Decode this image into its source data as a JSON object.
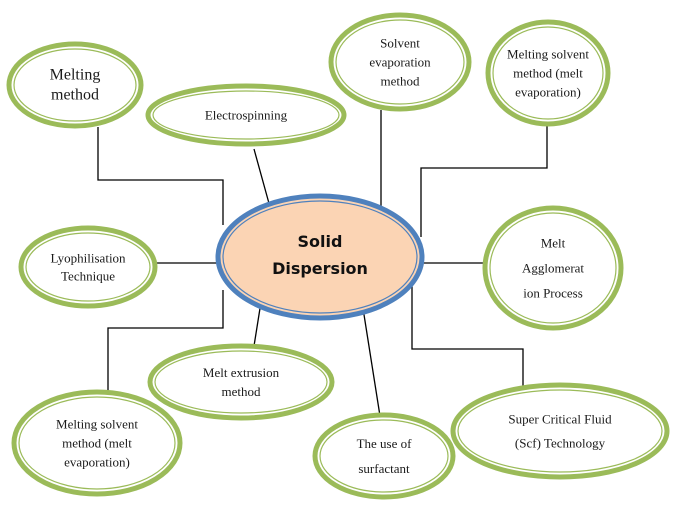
{
  "colors": {
    "node_border": "#9bbb59",
    "center_border": "#4f81bd",
    "center_fill": "#fbd4b4",
    "connector": "#000000"
  },
  "center": {
    "id": "solid-dispersion",
    "lines": [
      "Solid",
      "Dispersion"
    ]
  },
  "nodes": [
    {
      "id": "melting-method",
      "lines": [
        "Melting",
        "method"
      ]
    },
    {
      "id": "electrospinning",
      "lines": [
        "Electrospinning"
      ]
    },
    {
      "id": "solvent-evaporation-method",
      "lines": [
        "Solvent",
        "evaporation",
        "method"
      ]
    },
    {
      "id": "melting-solvent-method-top",
      "lines": [
        "Melting solvent",
        "method (melt",
        "evaporation)"
      ]
    },
    {
      "id": "lyophilisation-technique",
      "lines": [
        "Lyophilisation",
        "Technique"
      ]
    },
    {
      "id": "melt-agglomeration-process",
      "lines": [
        "Melt",
        "Agglomerat",
        "ion Process"
      ]
    },
    {
      "id": "melt-extrusion-method",
      "lines": [
        "Melt extrusion",
        "method"
      ]
    },
    {
      "id": "melting-solvent-method-bottom",
      "lines": [
        "Melting solvent",
        "method (melt",
        "evaporation)"
      ]
    },
    {
      "id": "use-of-surfactant",
      "lines": [
        "The use of",
        "surfactant"
      ]
    },
    {
      "id": "super-critical-fluid-technology",
      "lines": [
        "Super Critical Fluid",
        "(Scf) Technology"
      ]
    }
  ]
}
